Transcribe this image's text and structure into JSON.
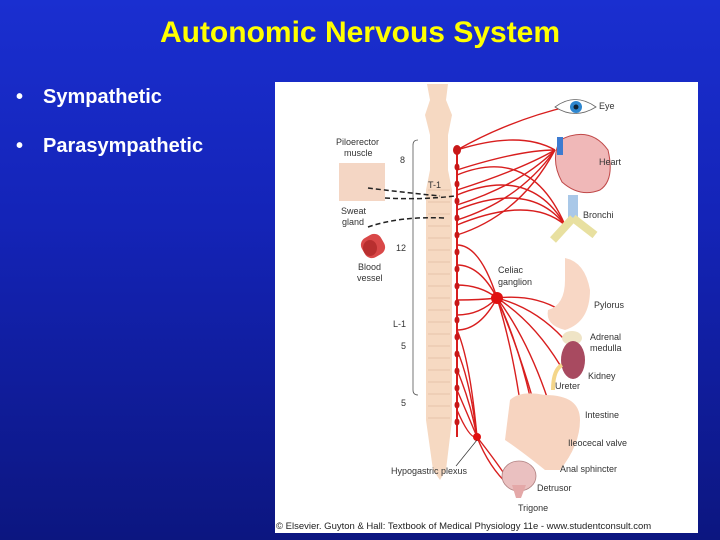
{
  "slide": {
    "title": "Autonomic Nervous System",
    "bullets": [
      "Sympathetic",
      "Parasympathetic"
    ]
  },
  "figure": {
    "left_labels": {
      "piloerector": [
        "Piloerector",
        "muscle"
      ],
      "sweat": [
        "Sweat",
        "gland"
      ],
      "blood": [
        "Blood",
        "vessel"
      ]
    },
    "segment_labels": {
      "cervical": "8",
      "t1": "T-1",
      "thoracic": "12",
      "l1": "L-1",
      "lumbar": "5",
      "sacral": "5"
    },
    "celiac": [
      "Celiac",
      "ganglion"
    ],
    "hypogastric": "Hypogastric plexus",
    "organs": {
      "eye": "Eye",
      "heart": "Heart",
      "bronchi": "Bronchi",
      "pylorus": "Pylorus",
      "adrenal": [
        "Adrenal",
        "medulla"
      ],
      "kidney": "Kidney",
      "ureter": "Ureter",
      "intestine": "Intestine",
      "ileocecal": "Ileocecal valve",
      "anal": "Anal sphincter",
      "detrusor": "Detrusor",
      "trigone": "Trigone"
    },
    "copyright": "© Elsevier. Guyton & Hall: Textbook of Medical Physiology 11e - www.studentconsult.com",
    "colors": {
      "nerve": "#d81e1e",
      "cord": "#f6d9c2",
      "title": "#ffff00"
    }
  }
}
